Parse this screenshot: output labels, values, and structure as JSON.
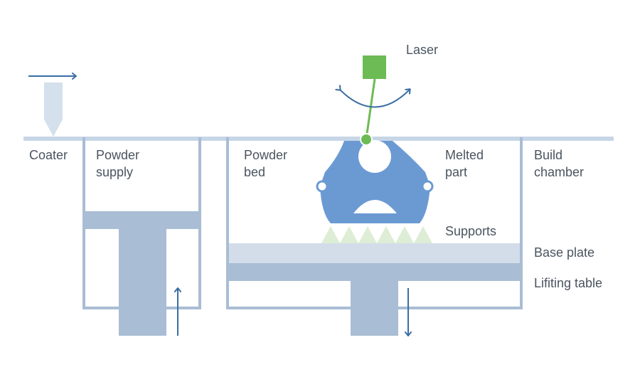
{
  "labels": {
    "laser": "Laser",
    "coater": "Coater",
    "powder_supply": [
      "Powder",
      "supply"
    ],
    "powder_bed": [
      "Powder",
      "bed"
    ],
    "melted_part": [
      "Melted",
      "part"
    ],
    "build_chamber": [
      "Build",
      "chamber"
    ],
    "supports": "Supports",
    "base_plate": "Base plate",
    "lifting_table": "Lifiting table"
  },
  "colors": {
    "outline": "#a9bdd4",
    "floor": "#c7d6e6",
    "piston": "#a9bdd4",
    "base_plate": "#d2dde9",
    "part": "#6b9ad3",
    "laser": "#6dbb55",
    "supports": "#deedd6",
    "arrows": "#3a6ea5",
    "text": "#4a5460"
  },
  "icons": [
    "laser-head-icon",
    "scan-direction-arrow-icon",
    "coater-blade-icon",
    "coater-direction-arrow-icon",
    "supply-up-arrow-icon",
    "build-down-arrow-icon"
  ]
}
